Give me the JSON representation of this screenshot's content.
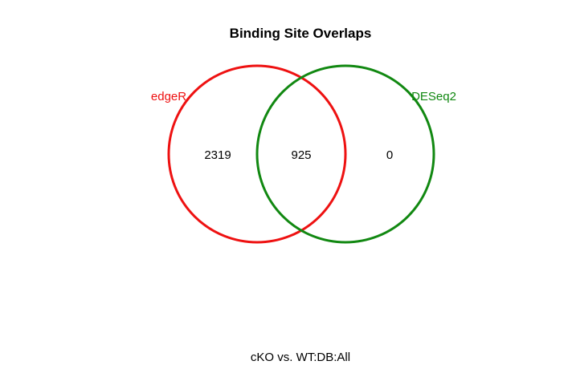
{
  "title": "Binding Site Overlaps",
  "subtitle": "cKO vs. WT:DB:All",
  "sets": [
    {
      "name": "edgeR",
      "color": "#ee1111"
    },
    {
      "name": "DESeq2",
      "color": "#118811"
    }
  ],
  "regions": {
    "edgeR_only": "2319",
    "both": "925",
    "DESeq2_only": "0"
  }
}
